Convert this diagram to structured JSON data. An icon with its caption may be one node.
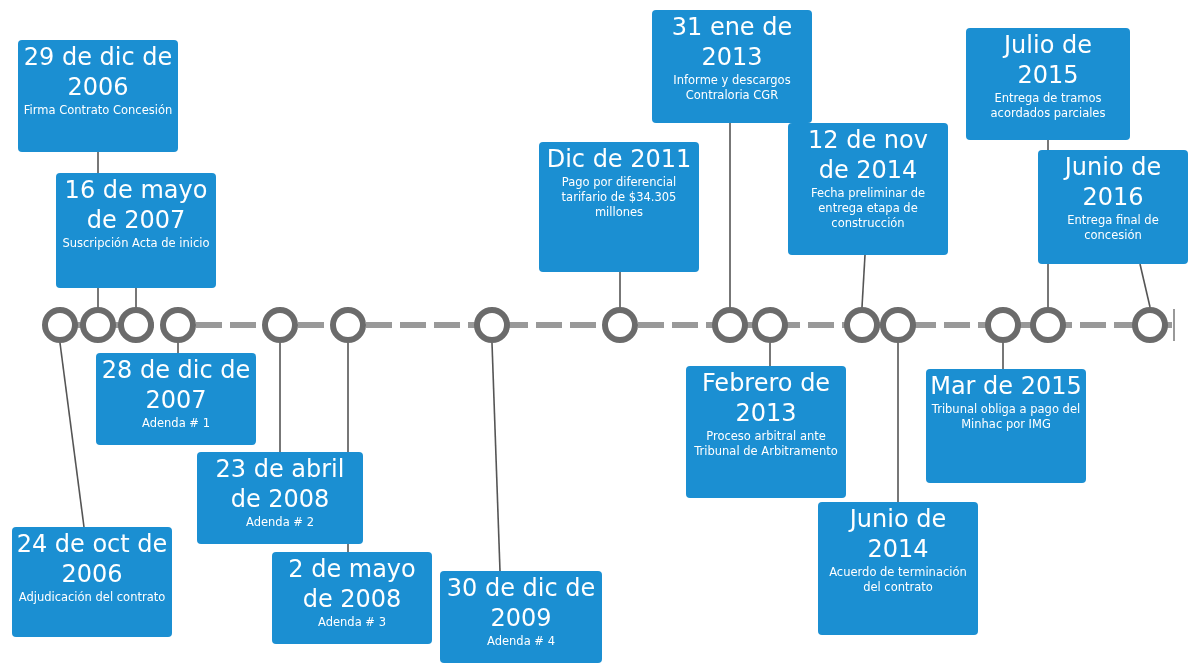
{
  "diagram": {
    "nodes": [
      {
        "text": [
          "24 de oct de 2006",
          "Adjudicación del contrato"
        ]
      },
      {
        "text": [
          "29 de dic de 2006",
          "Firma Contrato Concesión"
        ]
      },
      {
        "text": [
          "16 de mayo de 2007",
          "Suscripción Acta de inicio"
        ]
      },
      {
        "text": [
          "28 de dic de 2007",
          "Adenda # 1"
        ]
      },
      {
        "text": [
          "23 de abril de 2008",
          "Adenda # 2"
        ]
      },
      {
        "text": [
          "2 de mayo de 2008",
          "Adenda # 3"
        ]
      },
      {
        "text": [
          "30 de dic de 2009",
          "Adenda # 4"
        ]
      },
      {
        "text": [
          "Dic de 2011",
          "Pago por diferencial tarifario de $34.305 millones"
        ]
      },
      {
        "text": [
          "31 ene de 2013",
          "Informe y descargos Contraloria CGR"
        ]
      },
      {
        "text": [
          "Febrero de 2013",
          "Proceso arbitral ante Tribunal de Arbitramento"
        ]
      },
      {
        "text": [
          "Junio de 2014",
          "Acuerdo de terminación del contrato"
        ]
      },
      {
        "text": [
          "12 de nov de 2014",
          "Fecha preliminar de entrega etapa de construcción"
        ]
      },
      {
        "text": [
          "Mar de 2015",
          "Tribunal obliga a pago del Minhac por IMG"
        ]
      },
      {
        "text": [
          "Julio de 2015",
          "Entrega de tramos acordados parciales"
        ]
      },
      {
        "text": [
          "Junio de 2016",
          "Entrega final de concesión"
        ]
      },
      {
        "text": [],
        "shape": "circle"
      },
      {
        "text": [],
        "shape": "circle"
      },
      {
        "text": [],
        "shape": "circle"
      },
      {
        "text": [],
        "shape": "circle"
      },
      {
        "text": [],
        "shape": "circle"
      },
      {
        "text": [],
        "shape": "circle"
      },
      {
        "text": [],
        "shape": "circle"
      },
      {
        "text": [],
        "shape": "circle"
      },
      {
        "text": [],
        "shape": "circle"
      },
      {
        "text": [],
        "shape": "circle"
      },
      {
        "text": [],
        "shape": "circle"
      },
      {
        "text": [],
        "shape": "circle"
      },
      {
        "text": [],
        "shape": "circle"
      },
      {
        "text": [],
        "shape": "circle"
      },
      {
        "text": [],
        "shape": "circle"
      }
    ],
    "edges": [
      {
        "from": 0,
        "to": 15,
        "arrow": "none"
      },
      {
        "from": 1,
        "to": 16,
        "arrow": "none"
      },
      {
        "from": 2,
        "to": 17,
        "arrow": "none"
      },
      {
        "from": 3,
        "to": 18,
        "arrow": "none"
      },
      {
        "from": 4,
        "to": 19,
        "arrow": "none"
      },
      {
        "from": 5,
        "to": 20,
        "arrow": "none"
      },
      {
        "from": 6,
        "to": 21,
        "arrow": "none"
      },
      {
        "from": 7,
        "to": 22,
        "arrow": "none"
      },
      {
        "from": 8,
        "to": 23,
        "arrow": "none"
      },
      {
        "from": 9,
        "to": 24,
        "arrow": "none"
      },
      {
        "from": 10,
        "to": 26,
        "arrow": "none"
      },
      {
        "from": 11,
        "to": 25,
        "arrow": "none"
      },
      {
        "from": 12,
        "to": 27,
        "arrow": "none"
      },
      {
        "from": 13,
        "to": 28,
        "arrow": "none"
      },
      {
        "from": 14,
        "to": 29,
        "arrow": "none"
      }
    ]
  }
}
